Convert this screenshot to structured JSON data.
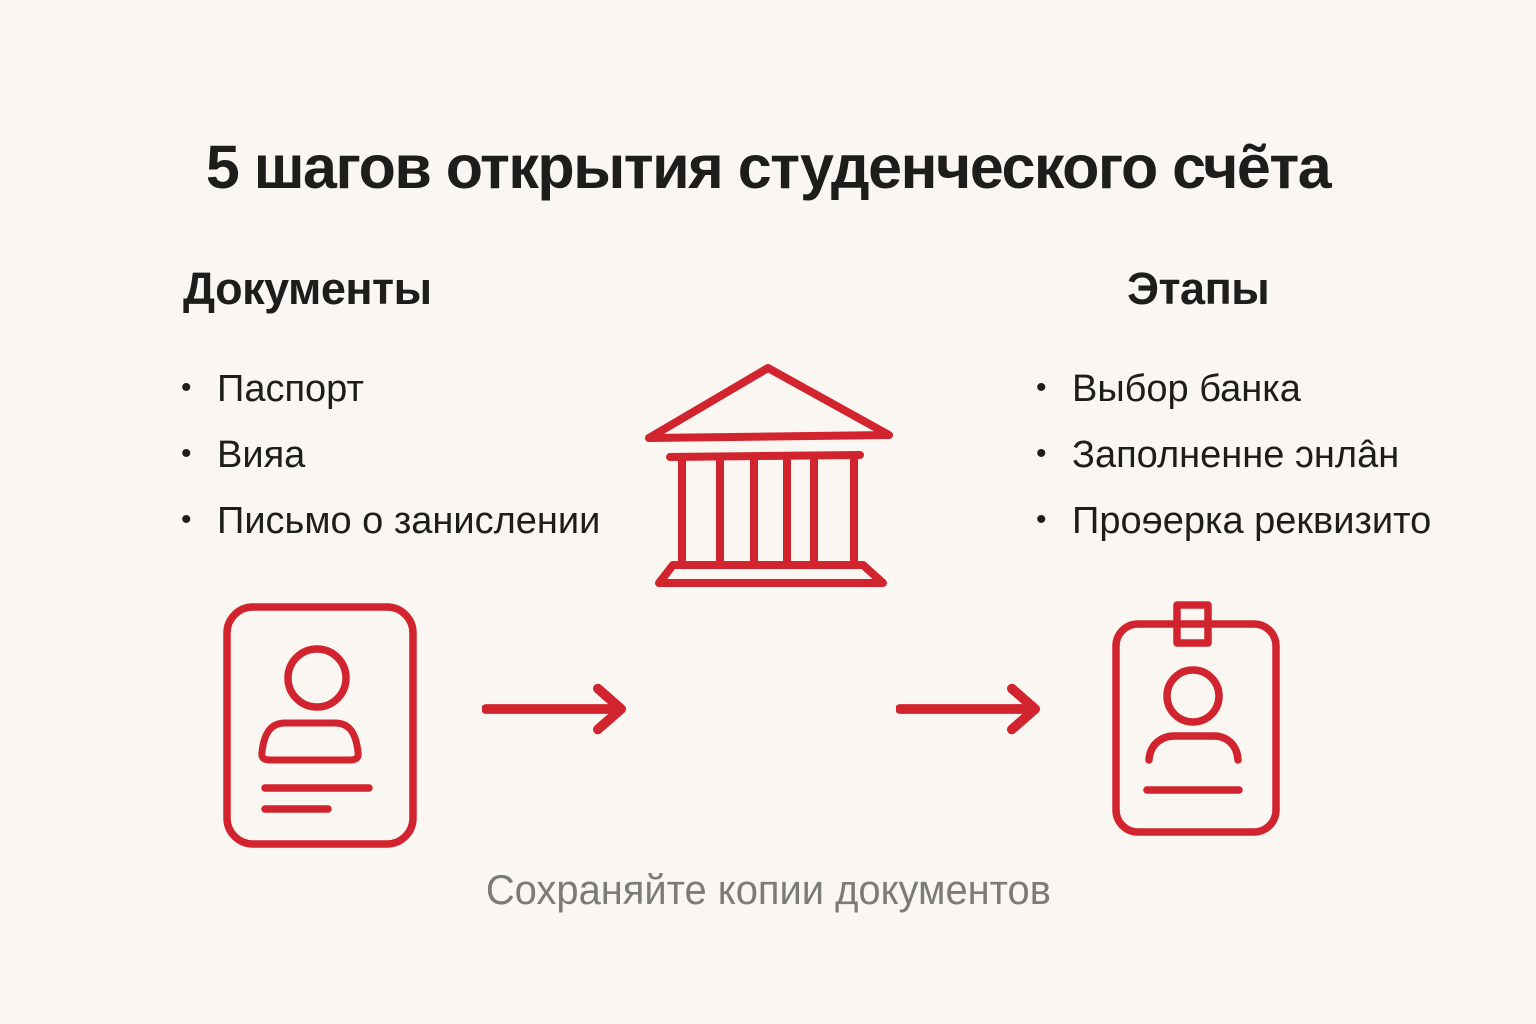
{
  "title": "5 шагов открытия студенческого счẽта",
  "ui": {
    "bullet_char": "•"
  },
  "colors": {
    "accent_red": "#d2242f",
    "background": "#faf7f2",
    "text": "#1d1d1b",
    "muted_gray": "#7b7b79"
  },
  "documents": {
    "heading": "Документы",
    "items": [
      "Паспорт",
      "Вияа",
      "Письмо о занислении"
    ]
  },
  "stages": {
    "heading": "Этапы",
    "items": [
      "Выбор банка",
      "Заполненне ɔнлâн",
      "Проɘерка реквизито"
    ]
  },
  "footer": {
    "note": "Сохраняйте копии документов"
  }
}
